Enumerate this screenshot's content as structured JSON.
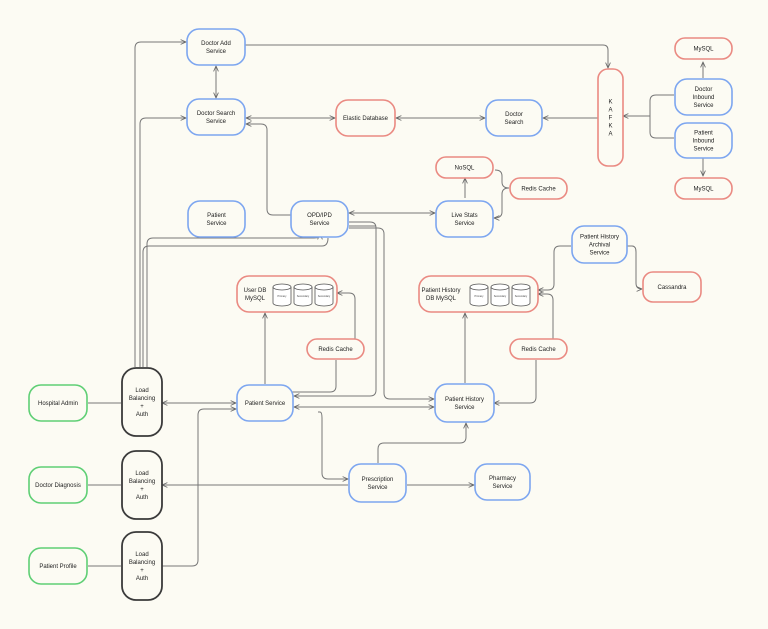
{
  "colors": {
    "service": "#7da6f0",
    "storage": "#ea8a82",
    "client": "#5fcf75",
    "gateway": "#3a3a3a",
    "edge": "#777777",
    "background": "#fcfbf3"
  },
  "nodes": {
    "doctor_add_service": [
      "Doctor Add",
      "Service"
    ],
    "doctor_search_service": [
      "Doctor Search",
      "Service"
    ],
    "elastic_database": [
      "Elastic Database"
    ],
    "doctor_search": [
      "Doctor",
      "Search"
    ],
    "kafka": [
      "K",
      "A",
      "F",
      "K",
      "A"
    ],
    "mysql_top": [
      "MySQL"
    ],
    "doctor_inbound_service": [
      "Doctor",
      "Inbound",
      "Service"
    ],
    "patient_inbound_service": [
      "Patient",
      "Inbound",
      "Service"
    ],
    "mysql_bottom": [
      "MySQL"
    ],
    "nosql": [
      "NoSQL"
    ],
    "redis_cache_live": [
      "Redis Cache"
    ],
    "live_stats_service": [
      "Live Stats",
      "Service"
    ],
    "patient_service_top": [
      "Patient",
      "Service"
    ],
    "opd_ipd_service": [
      "OPD/IPD",
      "Service"
    ],
    "patient_history_archival_service": [
      "Patient History",
      "Archival",
      "Service"
    ],
    "cassandra": [
      "Cassandra"
    ],
    "user_db": [
      "User DB",
      "MySQL"
    ],
    "patient_history_db": [
      "Patient History",
      "DB MySQL"
    ],
    "redis_cache_user": [
      "Redis Cache"
    ],
    "redis_cache_history": [
      "Redis Cache"
    ],
    "hospital_admin": [
      "Hospital Admin"
    ],
    "load_balancing_1": [
      "Load",
      "Balancing",
      "+",
      "Auth"
    ],
    "patient_service": [
      "Patient Service"
    ],
    "patient_history_service": [
      "Patient History",
      "Service"
    ],
    "doctor_diagnosis": [
      "Doctor Diagnosis"
    ],
    "load_balancing_2": [
      "Load",
      "Balancing",
      "+",
      "Auth"
    ],
    "prescription_service": [
      "Prescription",
      "Service"
    ],
    "pharmacy_service": [
      "Pharmacy",
      "Service"
    ],
    "patient_profile": [
      "Patient Profile"
    ],
    "load_balancing_3": [
      "Load",
      "Balancing",
      "+",
      "Auth"
    ]
  },
  "db_cylinder_labels": [
    "Primary",
    "Secondary",
    "Secondary"
  ]
}
